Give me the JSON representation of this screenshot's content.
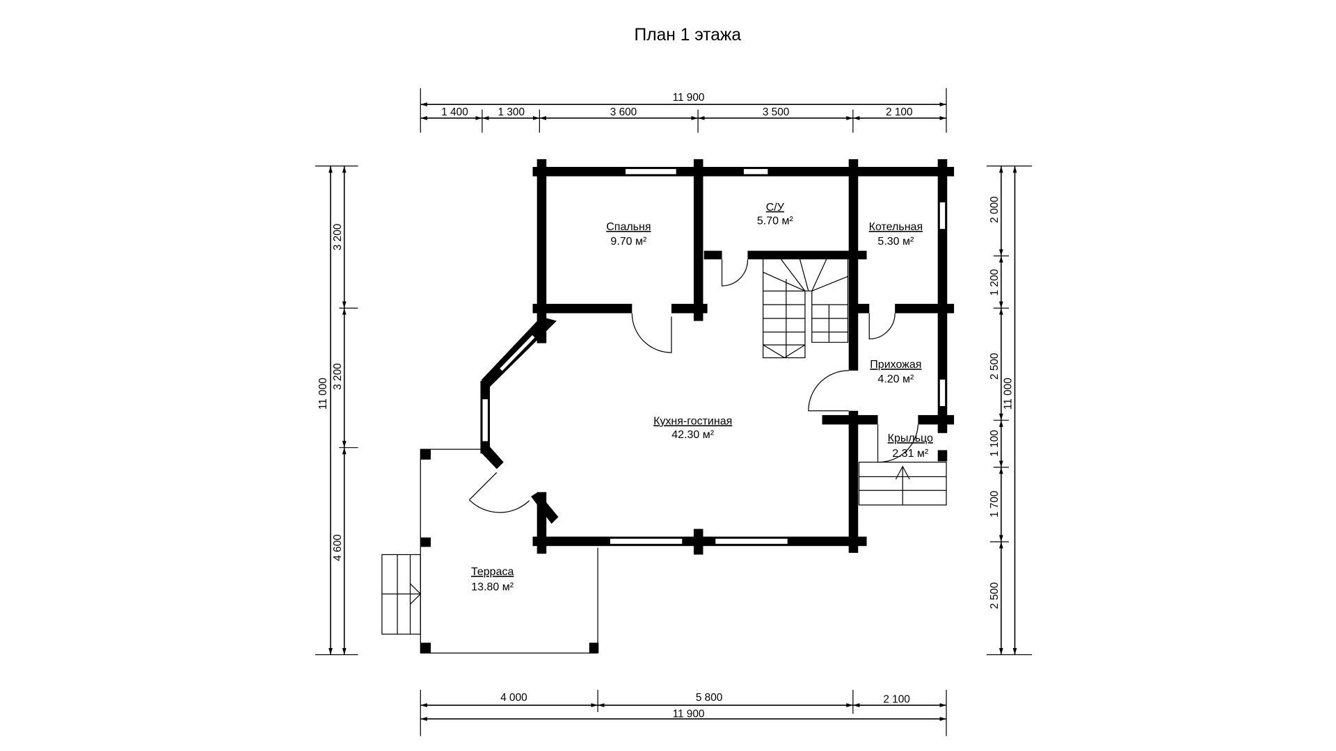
{
  "title": "План 1 этажа",
  "dimensions": {
    "top_total": "11 900",
    "top": [
      "1 400",
      "1 300",
      "3 600",
      "3 500",
      "2 100"
    ],
    "left_total": "11 000",
    "left": [
      "3 200",
      "3 200",
      "4 600"
    ],
    "right_total": "11 000",
    "right": [
      "2 000",
      "1 200",
      "2 500",
      "1 100",
      "1 700",
      "2 500"
    ],
    "bottom": [
      "4 000",
      "5 800",
      "2 100"
    ],
    "bottom_total": "11 900"
  },
  "rooms": [
    {
      "name": "Спальня",
      "area": "9.70 м²"
    },
    {
      "name": "С/У",
      "area": "5.70 м²"
    },
    {
      "name": "Котельная",
      "area": "5.30 м²"
    },
    {
      "name": "Прихожая",
      "area": "4.20 м²"
    },
    {
      "name": "Кухня-гостиная",
      "area": "42.30 м²"
    },
    {
      "name": "Крыльцо",
      "area": "2.31 м²"
    },
    {
      "name": "Терраса",
      "area": "13.80 м²"
    }
  ]
}
